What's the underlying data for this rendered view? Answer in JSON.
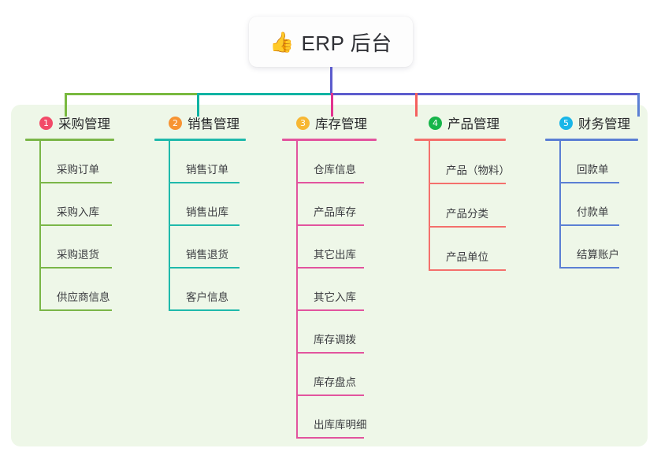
{
  "root": {
    "icon": "thumbs-up-emoji",
    "emoji": "👍",
    "title": "ERP 后台"
  },
  "palette": {
    "panel_bg": "#eef7e8",
    "page_bg": "#ffffff",
    "stem": "#5c5ccd",
    "bus_left": "#79b93f",
    "bus_mid": "#10b3a3",
    "bus_right": "#5c5ccd",
    "drop_col1": "#79b93f",
    "drop_col2": "#10b3a3",
    "drop_col3": "#e2338f",
    "drop_col4": "#f4605e",
    "drop_col5": "#5b7fd4"
  },
  "columns": [
    {
      "index": "1",
      "title": "采购管理",
      "badge_color": "#f24a68",
      "line_color": "#7ab648",
      "items": [
        {
          "label": "采购订单"
        },
        {
          "label": "采购入库"
        },
        {
          "label": "采购退货"
        },
        {
          "label": "供应商信息"
        }
      ]
    },
    {
      "index": "2",
      "title": "销售管理",
      "badge_color": "#f79433",
      "line_color": "#1fb9ab",
      "items": [
        {
          "label": "销售订单"
        },
        {
          "label": "销售出库"
        },
        {
          "label": "销售退货"
        },
        {
          "label": "客户信息"
        }
      ]
    },
    {
      "index": "3",
      "title": "库存管理",
      "badge_color": "#f7b733",
      "line_color": "#e2549e",
      "items": [
        {
          "label": "仓库信息"
        },
        {
          "label": "产品库存"
        },
        {
          "label": "其它出库"
        },
        {
          "label": "其它入库"
        },
        {
          "label": "库存调拨"
        },
        {
          "label": "库存盘点"
        },
        {
          "label": "出库库明细"
        }
      ]
    },
    {
      "index": "4",
      "title": "产品管理",
      "badge_color": "#17b54a",
      "line_color": "#f4706c",
      "items": [
        {
          "label": "产品（物料）"
        },
        {
          "label": "产品分类"
        },
        {
          "label": "产品单位"
        }
      ]
    },
    {
      "index": "5",
      "title": "财务管理",
      "badge_color": "#19b6e8",
      "line_color": "#5b7fd4",
      "items": [
        {
          "label": "回款单"
        },
        {
          "label": "付款单"
        },
        {
          "label": "结算账户"
        }
      ]
    }
  ]
}
